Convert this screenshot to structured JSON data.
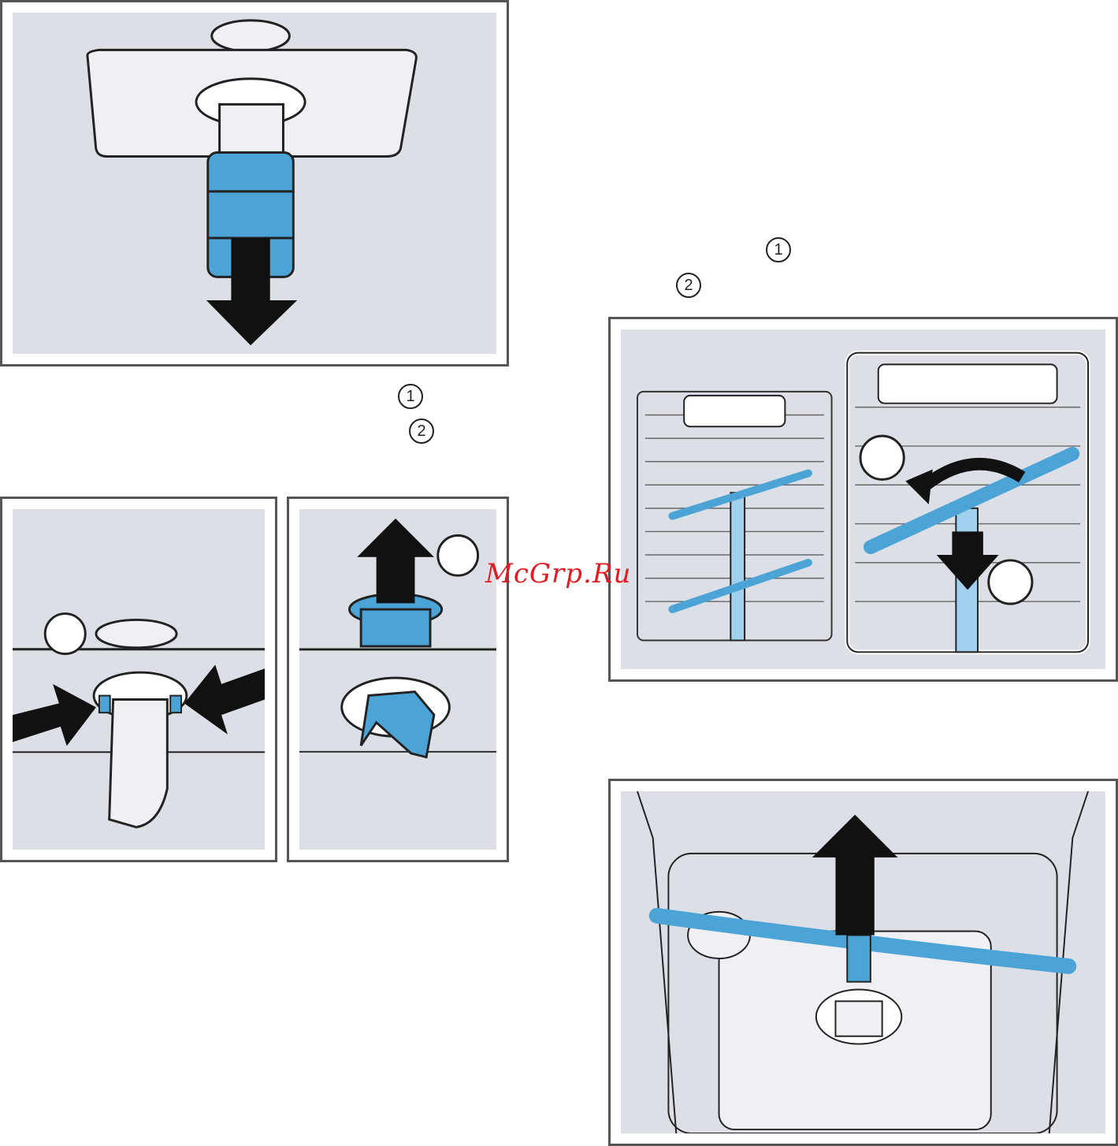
{
  "watermark": {
    "text": "McGrp.Ru"
  },
  "markers": {
    "step1_left": "1",
    "step2_left": "2",
    "step1_right": "1",
    "step2_right": "2"
  },
  "colors": {
    "accent_blue": "#4ba3d6",
    "panel_bg": "#dcdfe6",
    "arrow": "#111111"
  }
}
